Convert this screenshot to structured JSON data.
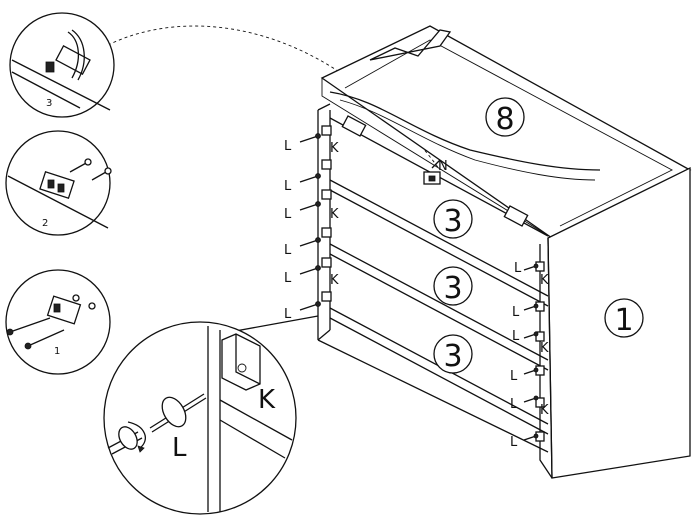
{
  "parts": {
    "top": "8",
    "side": "1",
    "rail_1": "3",
    "rail_2": "3",
    "rail_3": "3"
  },
  "steps": {
    "step_1": "1",
    "step_2": "2",
    "step_3": "3"
  },
  "callout": {
    "bracket_label": "N",
    "detail_K": "K",
    "detail_L": "L"
  },
  "hardware": {
    "screw": "L",
    "bracket": "K"
  }
}
